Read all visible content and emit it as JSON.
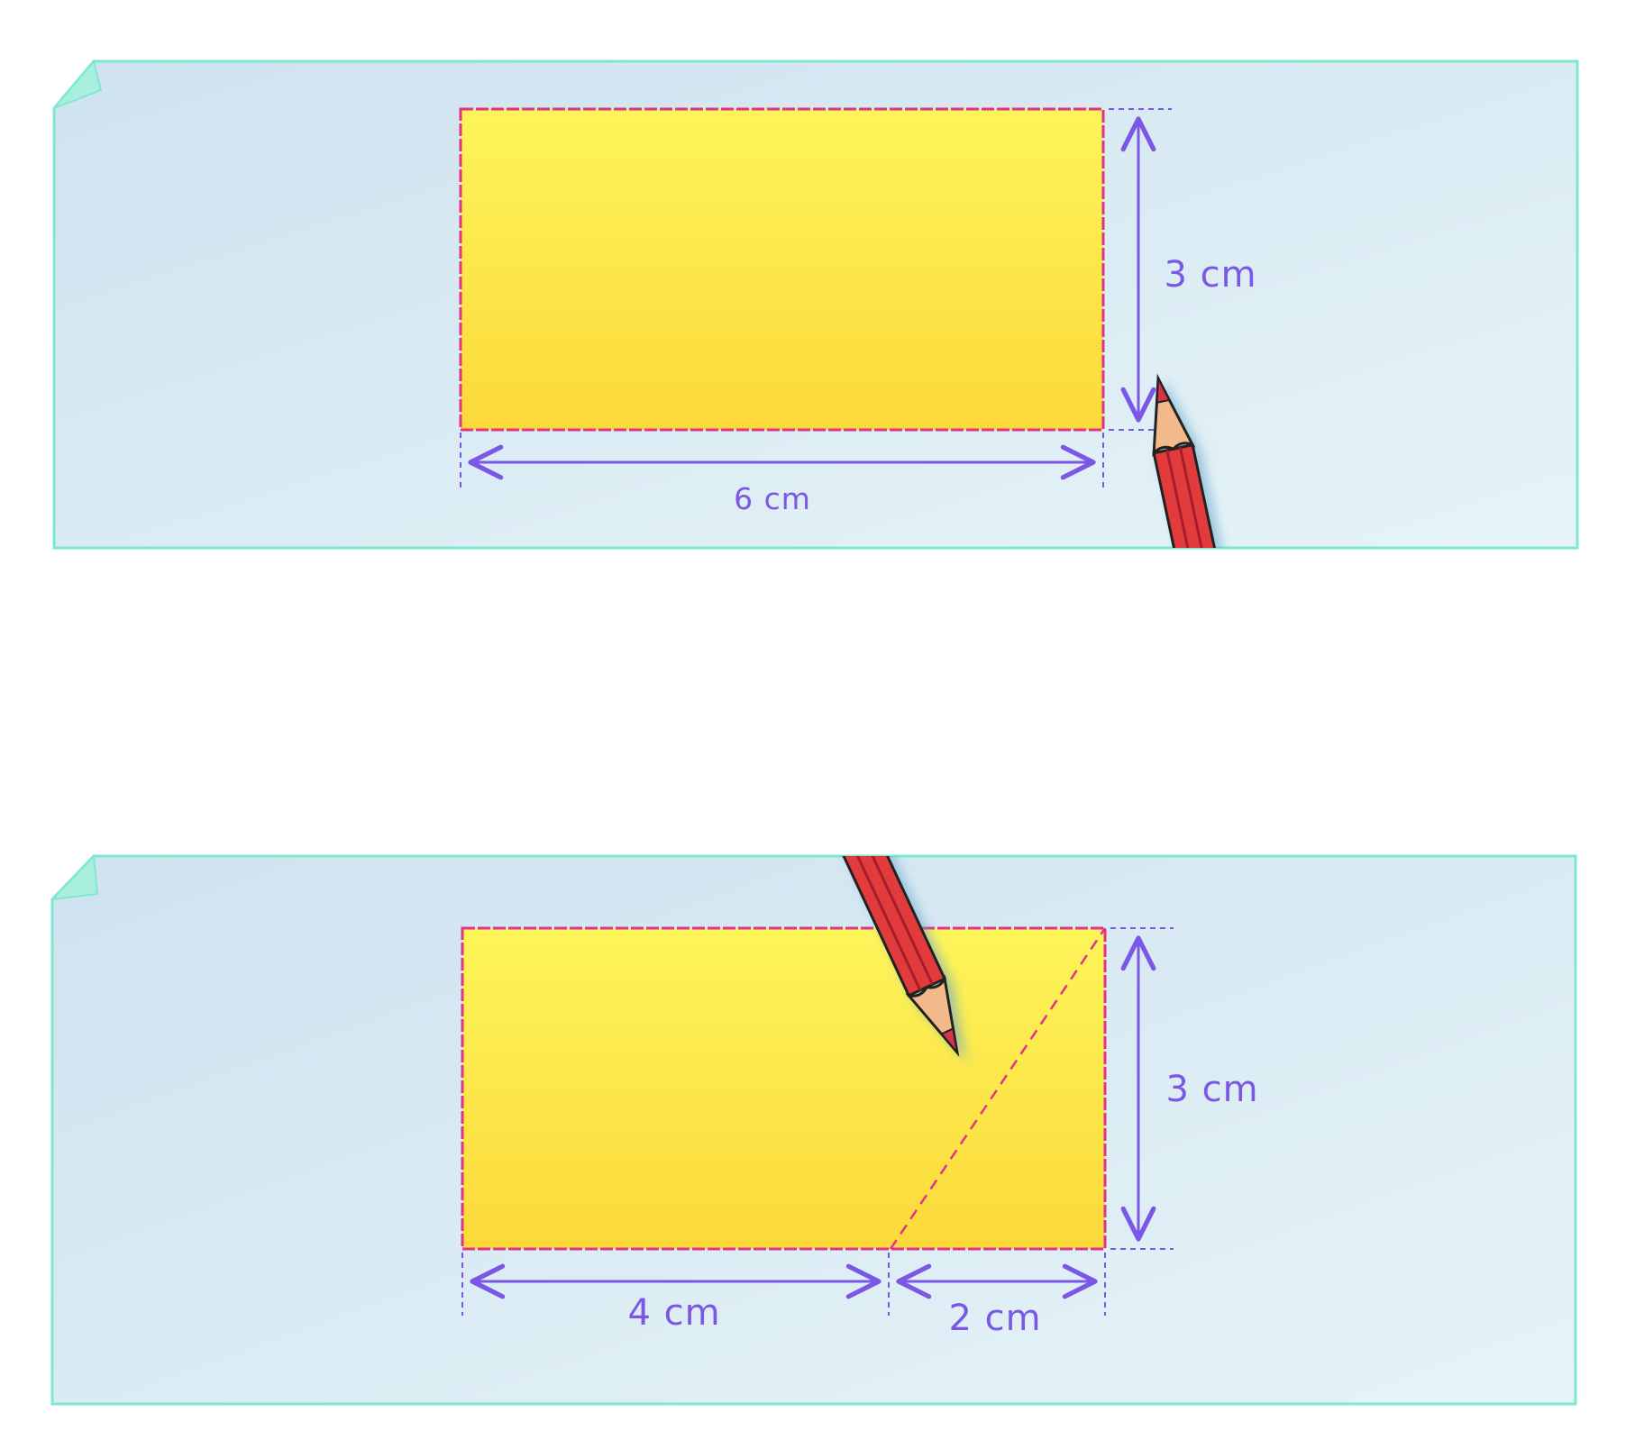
{
  "panels": [
    {
      "id": "top",
      "rectangle": {
        "fill_top": "#fdf55a",
        "fill_bottom": "#fcd93a",
        "outline": "#e0338a"
      },
      "labels": {
        "width": "6 cm",
        "height": "3 cm"
      },
      "has_diagonal_cut": false
    },
    {
      "id": "bottom",
      "rectangle": {
        "fill_top": "#fdf55a",
        "fill_bottom": "#fcd93a",
        "outline": "#e0338a"
      },
      "labels": {
        "left_segment": "4 cm",
        "right_segment": "2 cm",
        "height": "3 cm"
      },
      "has_diagonal_cut": true
    }
  ],
  "colors": {
    "paper": "#dcebf3",
    "paper_border": "#7de8cf",
    "dimension_line": "#7b57e6",
    "pencil_body": "#e23a3a",
    "pencil_wood": "#f2b98a",
    "pencil_lead": "#d9304a"
  },
  "icons": [
    "pencil-icon"
  ]
}
